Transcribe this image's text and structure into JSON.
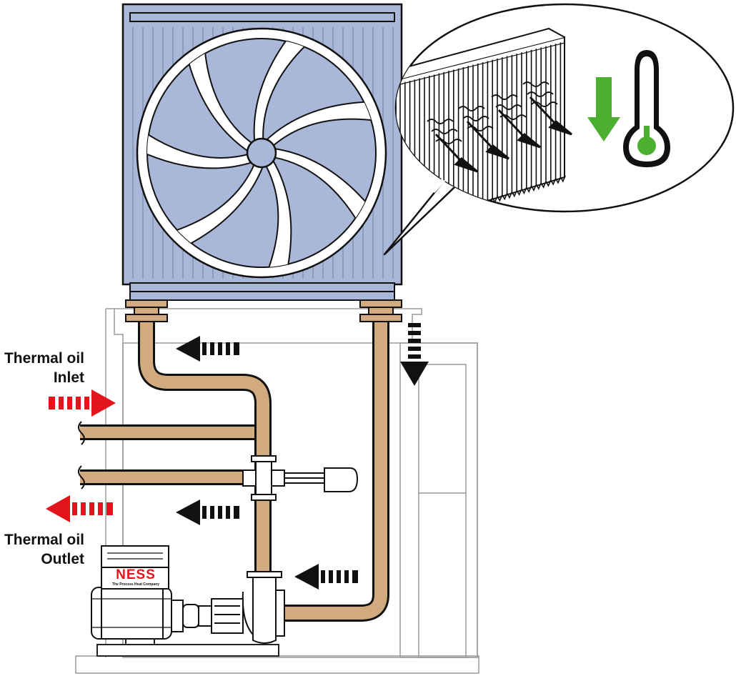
{
  "labels": {
    "inlet": {
      "line1": "Thermal oil",
      "line2": "Inlet"
    },
    "outlet": {
      "line1": "Thermal oil",
      "line2": "Outlet"
    }
  },
  "brand": {
    "name": "NESS",
    "tagline": "The Process Heat Company"
  },
  "colors": {
    "cooler_body": "#a9b8d9",
    "pipe": "#d2aa80",
    "inlet_arrow": "#e3141b",
    "outlet_arrow": "#e3141b",
    "flow_arrow": "#111111",
    "temperature_down": "#4caf2f",
    "thermometer_fill": "#4caf2f"
  },
  "icons": [
    "fan-icon",
    "thermometer-icon",
    "down-arrow-icon",
    "heat-wave-icon"
  ]
}
